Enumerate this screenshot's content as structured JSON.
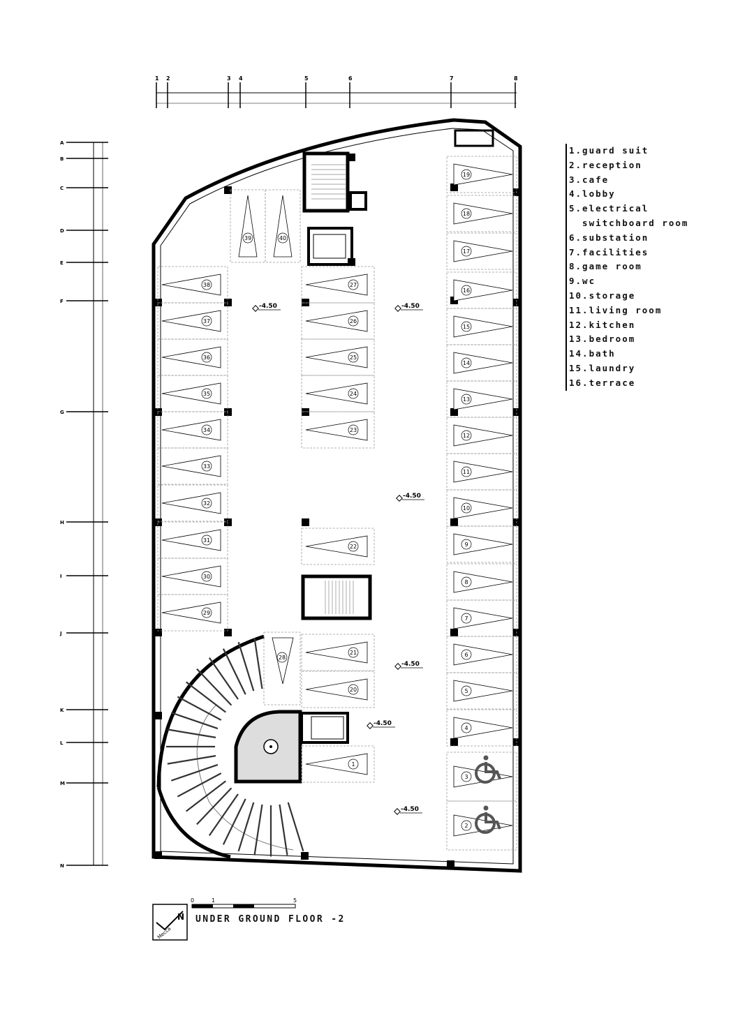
{
  "legend": {
    "items": [
      "1.guard suit",
      "2.reception",
      "3.cafe",
      "4.lobby",
      "5.electrical\n  switchboard room",
      "6.substation",
      "7.facilities",
      "8.game room",
      "9.wc",
      "10.storage",
      "11.living room",
      "12.kitchen",
      "13.bedroom",
      "14.bath",
      "15.laundry",
      "16.terrace"
    ]
  },
  "title": "UNDER GROUND FLOOR -2",
  "compass_label": "Mecca",
  "scale_bar": {
    "labels": [
      "0",
      "1",
      "5"
    ]
  },
  "grid_columns": [
    "1",
    "2",
    "3",
    "4",
    "5",
    "6",
    "7",
    "8"
  ],
  "grid_rows": [
    "A",
    "B",
    "C",
    "D",
    "E",
    "F",
    "G",
    "H",
    "I",
    "J",
    "K",
    "L",
    "M",
    "N"
  ],
  "levels": [
    "-4.50",
    "-4.50",
    "-4.50",
    "-4.50",
    "-4.50",
    "-4.50"
  ],
  "parking_spots": [
    "1",
    "2",
    "3",
    "4",
    "5",
    "6",
    "7",
    "8",
    "9",
    "10",
    "11",
    "12",
    "13",
    "14",
    "15",
    "16",
    "17",
    "18",
    "19",
    "20",
    "21",
    "22",
    "23",
    "24",
    "25",
    "26",
    "27",
    "28",
    "29",
    "30",
    "31",
    "32",
    "33",
    "34",
    "35",
    "36",
    "37",
    "38",
    "39",
    "40"
  ],
  "colors": {
    "ink": "#000000",
    "thin": "#555555",
    "hatch": "#dddddd"
  }
}
